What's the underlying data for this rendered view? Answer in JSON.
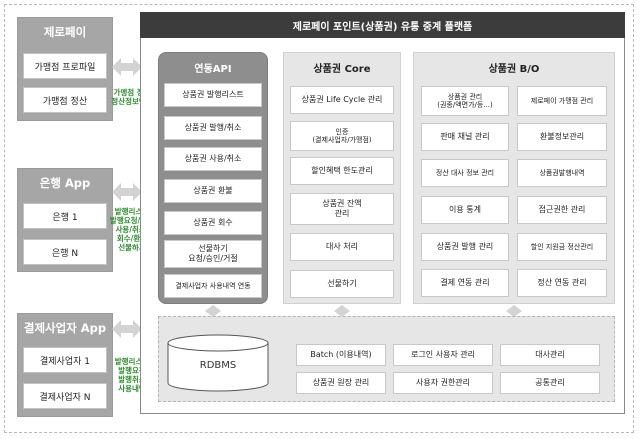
{
  "left": {
    "zeropay": {
      "title": "제로페이",
      "items": [
        "가맹점 프로파일",
        "가맹점 정산"
      ],
      "note": [
        "가맹점 정보",
        "정산정보연동"
      ]
    },
    "bank": {
      "title": "은행 App",
      "items": [
        "은행 1",
        "은행 N"
      ],
      "note": [
        "발행리스트",
        "발행요청/취소",
        "사용/취소/",
        "회수/환불",
        "선물하기"
      ]
    },
    "payment": {
      "title": "결제사업자 App",
      "items": [
        "결제사업자 1",
        "결제사업자 N"
      ],
      "note": [
        "발행리스트",
        "발행요청",
        "발행취소",
        "사용내역"
      ]
    }
  },
  "main": {
    "title": "제로페이 포인트(상품권) 유통 중계 플랫폼",
    "api": {
      "title": "연동API",
      "items": [
        "상품권 발행리스트",
        "상품권 발행/취소",
        "상품권 사용/취소",
        "상품권 환불",
        "상품권 회수",
        "선물하기\n요청/승인/거절",
        "결제사업자 사용내역 연동"
      ]
    },
    "core": {
      "title": "상품권 Core",
      "items": [
        "상품권 Life Cycle 관리",
        "인증\n(결제사업자/가맹점)",
        "할인혜택 한도관리",
        "상품권 잔액\n관리",
        "대사 처리",
        "선물하기"
      ]
    },
    "bo": {
      "title": "상품권 B/O",
      "items": [
        "상품권 관리\n(권종/액면가/등...)",
        "제로페이 가맹점 관리",
        "판매 채널 관리",
        "환불정보관리",
        "정산 대사 정보 관리",
        "상품권발행내역",
        "이용 통계",
        "접근권한 관리",
        "상품권 발행 관리",
        "할인 지원금 정산관리",
        "결제 연동 관리",
        "정산 연동 관리"
      ]
    },
    "db": {
      "rdbms": "RDBMS",
      "items": [
        "Batch (이용내역)",
        "로그인 사용자 관리",
        "대사관리",
        "상품권 원장 관리",
        "사용자 권한관리",
        "공통관리"
      ]
    }
  }
}
